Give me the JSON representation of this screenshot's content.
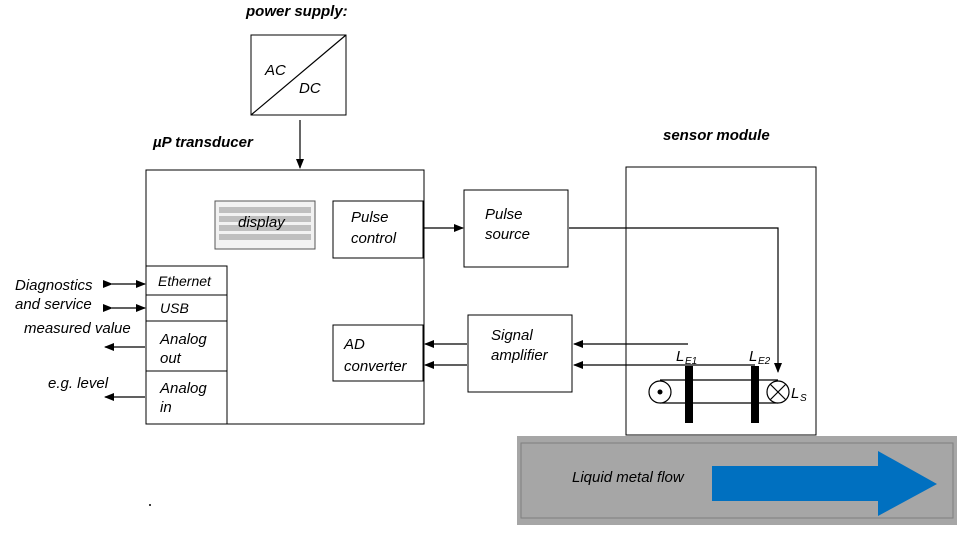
{
  "power_supply": {
    "title": "power supply:",
    "ac": "AC",
    "dc": "DC"
  },
  "transducer": {
    "title": "µP transducer",
    "display": "display",
    "pulse_control": [
      "Pulse",
      "control"
    ],
    "ethernet": "Ethernet",
    "usb": "USB",
    "analog_out": [
      "Analog",
      "out"
    ],
    "analog_in": [
      "Analog",
      "in"
    ],
    "ad_converter": [
      "AD",
      "converter"
    ]
  },
  "pulse_source": [
    "Pulse",
    "source"
  ],
  "signal_amplifier": [
    "Signal",
    "amplifier"
  ],
  "sensor_module": {
    "title": "sensor module",
    "le1": "E1",
    "le2": "E2",
    "ls": "S",
    "l_symbol": "L"
  },
  "io_labels": {
    "diagnostics": "Diagnostics",
    "and_service": "and service",
    "measured_value": "measured value",
    "eg_level": "e.g. level"
  },
  "flow": {
    "label": "Liquid metal flow"
  },
  "colors": {
    "flow_pipe": "#a6a6a6",
    "flow_arrow": "#0070c0",
    "display_stripes": "#bfbfbf"
  }
}
